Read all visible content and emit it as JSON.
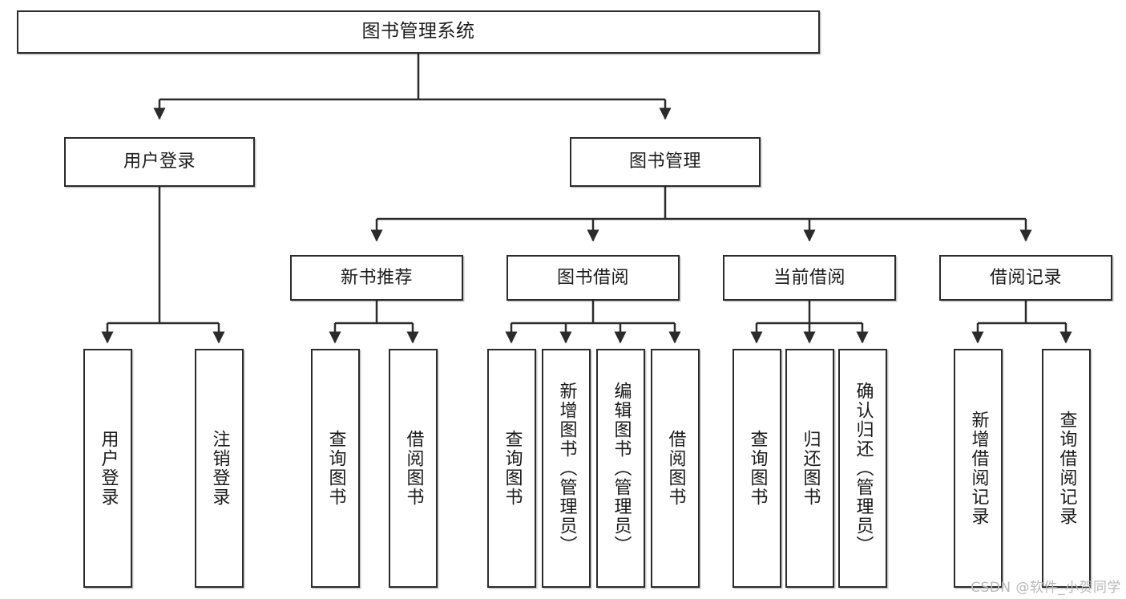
{
  "diagram": {
    "title": "图书管理系统",
    "type": "tree-hierarchy-diagram",
    "watermark": "CSDN @软件_小贺同学",
    "colors": {
      "box_border": "#2b2b2b",
      "box_fill": "#ffffff",
      "link_stroke": "#2b2b2b",
      "text": "#1a1a1a",
      "watermark": "#b9b9b9"
    },
    "nodes": {
      "root": {
        "label": "图书管理系统"
      },
      "level2": [
        {
          "label": "用户登录"
        },
        {
          "label": "图书管理"
        }
      ],
      "level3": [
        {
          "label": "新书推荐"
        },
        {
          "label": "图书借阅"
        },
        {
          "label": "当前借阅"
        },
        {
          "label": "借阅记录"
        }
      ],
      "leaves": {
        "user_login": [
          {
            "label": "用户登录"
          },
          {
            "label": "注销登录"
          }
        ],
        "new_book_recommend": [
          {
            "label": "查询图书"
          },
          {
            "label": "借阅图书"
          }
        ],
        "book_borrow": [
          {
            "label": "查询图书"
          },
          {
            "label": "新增图书（管理员）"
          },
          {
            "label": "编辑图书（管理员）"
          },
          {
            "label": "借阅图书"
          }
        ],
        "current_borrow": [
          {
            "label": "查询图书"
          },
          {
            "label": "归还图书"
          },
          {
            "label": "确认归还（管理员）"
          }
        ],
        "borrow_record": [
          {
            "label": "新增借阅记录"
          },
          {
            "label": "查询借阅记录"
          }
        ]
      }
    }
  }
}
